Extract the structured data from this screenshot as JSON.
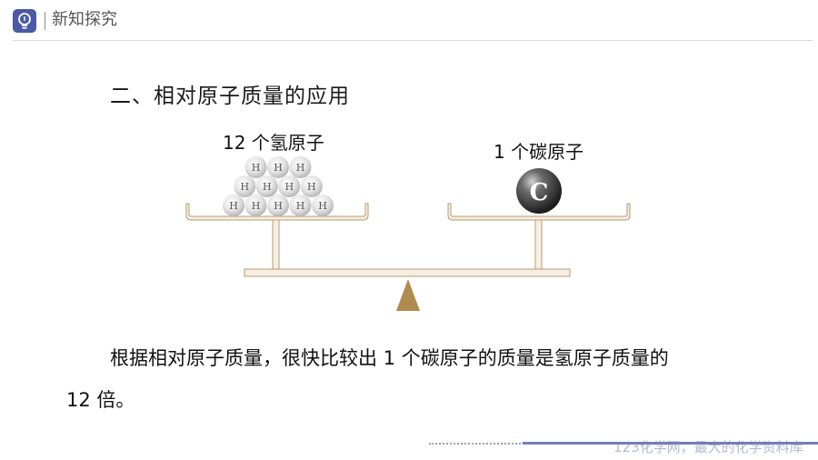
{
  "header": {
    "title": "新知探究",
    "icon": "lightbulb-icon"
  },
  "section": {
    "title": "二、相对原子质量的应用"
  },
  "illustration": {
    "left_label": "12 个氢原子",
    "right_label": "1 个碳原子",
    "h_symbol": "H",
    "c_symbol": "C",
    "h_atom_rows": [
      3,
      4,
      5
    ]
  },
  "body": {
    "line1": "根据相对原子质量，很快比较出 1 个碳原子的质量是氢原子质量的",
    "line2": "12 倍。"
  },
  "footer": {
    "watermark": "123化学网，最大的化学资料库"
  },
  "colors": {
    "accent": "#4a5aa3",
    "scale_fill": "#f6eee2",
    "scale_stroke": "#b89b72",
    "fulcrum": "#b08a4e"
  }
}
